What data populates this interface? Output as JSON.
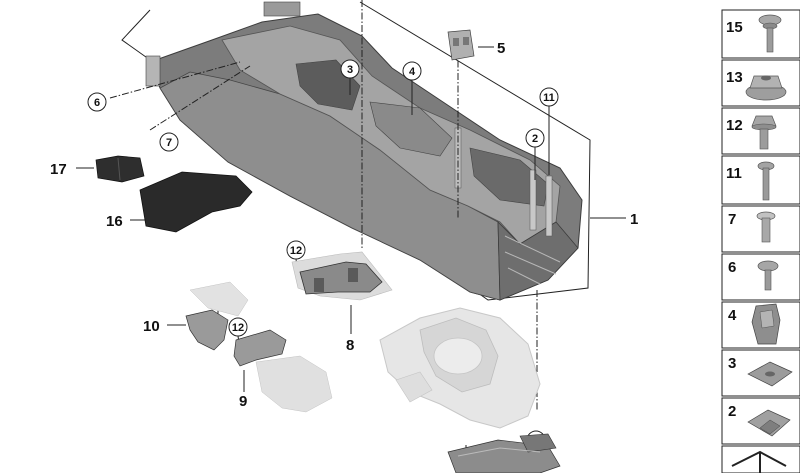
{
  "callouts": {
    "c1": "1",
    "c2": "2",
    "c3": "3",
    "c4": "4",
    "c5": "5",
    "c6": "6",
    "c7": "7",
    "c8": "8",
    "c9": "9",
    "c10": "10",
    "c11": "11",
    "c12a": "12",
    "c12b": "12",
    "c13": "13",
    "c15": "15",
    "c16": "16",
    "c17": "17"
  },
  "kit": [
    {
      "label": "15",
      "icon": "torx-screw-collar-icon"
    },
    {
      "label": "13",
      "icon": "flange-nut-icon"
    },
    {
      "label": "12",
      "icon": "hex-bolt-icon"
    },
    {
      "label": "11",
      "icon": "screw-icon"
    },
    {
      "label": "7",
      "icon": "expanding-rivet-icon"
    },
    {
      "label": "6",
      "icon": "self-tapping-screw-icon"
    },
    {
      "label": "4",
      "icon": "spring-nut-icon"
    },
    {
      "label": "3",
      "icon": "speed-nut-icon"
    },
    {
      "label": "2",
      "icon": "clip-nut-icon"
    }
  ],
  "colors": {
    "console": "#7e7e7e",
    "console_dark": "#5a5a5a",
    "ghost_part": "#d8d8d8",
    "kit_part": "#9a9a9a",
    "line": "#222222"
  }
}
